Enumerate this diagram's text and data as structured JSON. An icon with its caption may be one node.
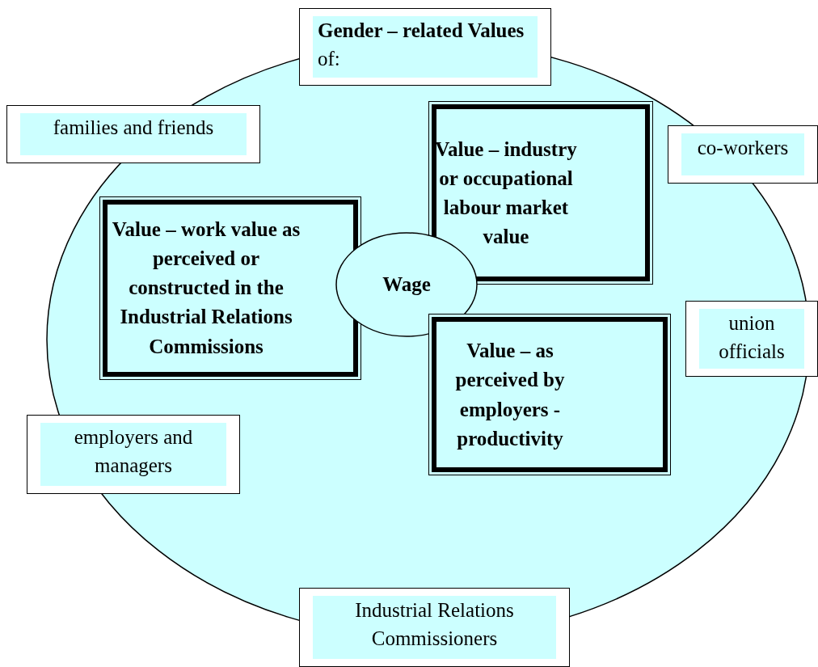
{
  "diagram": {
    "nodes": [
      {
        "text": [],
        "shape": "circle"
      },
      {
        "text": [
          "**Gender – related Values** of:"
        ]
      },
      {
        "text": [
          "families and friends"
        ]
      },
      {
        "text": [
          "co-workers"
        ]
      },
      {
        "text": [
          "**Value** – work value as perceived or constructed in the Industrial Relations Commissions"
        ],
        "in": 0
      },
      {
        "text": [
          "**Value** – industry or occupational labour market value"
        ],
        "in": 0
      },
      {
        "text": [
          "Wage"
        ],
        "in": 0
      },
      {
        "text": [
          "union officials"
        ]
      },
      {
        "text": [
          "**Value** – as perceived by employers - productivity"
        ],
        "in": 0
      },
      {
        "text": [
          "employers and managers"
        ]
      },
      {
        "text": [
          "Industrial Relations Commissioners"
        ]
      }
    ]
  }
}
